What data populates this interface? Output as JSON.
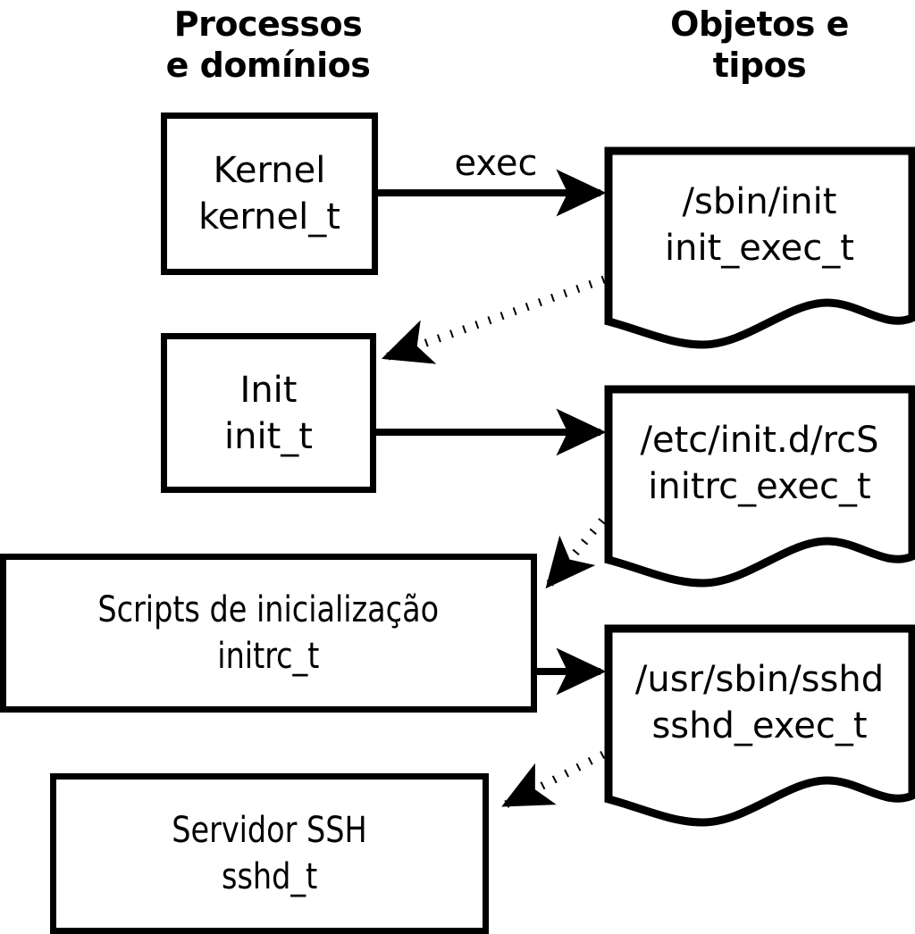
{
  "diagram": {
    "title_columns": [
      {
        "id": "processes",
        "label": "Processos\ne domínios"
      },
      {
        "id": "objects",
        "label": "Objetos e\ntipos"
      }
    ],
    "stroke_color": "#000000",
    "fill_color": "#ffffff"
  },
  "process_nodes": [
    {
      "id": "kernel",
      "name": "Kernel",
      "type": "kernel_t"
    },
    {
      "id": "init",
      "name": "Init",
      "type": "init_t"
    },
    {
      "id": "initrc",
      "name": "Scripts de inicialização",
      "type": "initrc_t"
    },
    {
      "id": "sshd",
      "name": "Servidor SSH",
      "type": "sshd_t"
    }
  ],
  "object_nodes": [
    {
      "id": "init_exec",
      "path": "/sbin/init",
      "type": "init_exec_t"
    },
    {
      "id": "initrc_exec",
      "path": "/etc/init.d/rcS",
      "type": "initrc_exec_t"
    },
    {
      "id": "sshd_exec",
      "path": "/usr/sbin/sshd",
      "type": "sshd_exec_t"
    }
  ],
  "edges": [
    {
      "id": "kernel-exec-init_exec",
      "from": "kernel",
      "to": "init_exec",
      "style": "solid",
      "label": "exec"
    },
    {
      "id": "init_exec-to-init",
      "from": "init_exec",
      "to": "init",
      "style": "dotted",
      "label": ""
    },
    {
      "id": "init-to-initrc_exec",
      "from": "init",
      "to": "initrc_exec",
      "style": "solid",
      "label": ""
    },
    {
      "id": "initrc_exec-to-initrc",
      "from": "initrc_exec",
      "to": "initrc",
      "style": "dotted",
      "label": ""
    },
    {
      "id": "initrc-to-sshd_exec",
      "from": "initrc",
      "to": "sshd_exec",
      "style": "solid",
      "label": ""
    },
    {
      "id": "sshd_exec-to-sshd",
      "from": "sshd_exec",
      "to": "sshd",
      "style": "dotted",
      "label": ""
    }
  ]
}
